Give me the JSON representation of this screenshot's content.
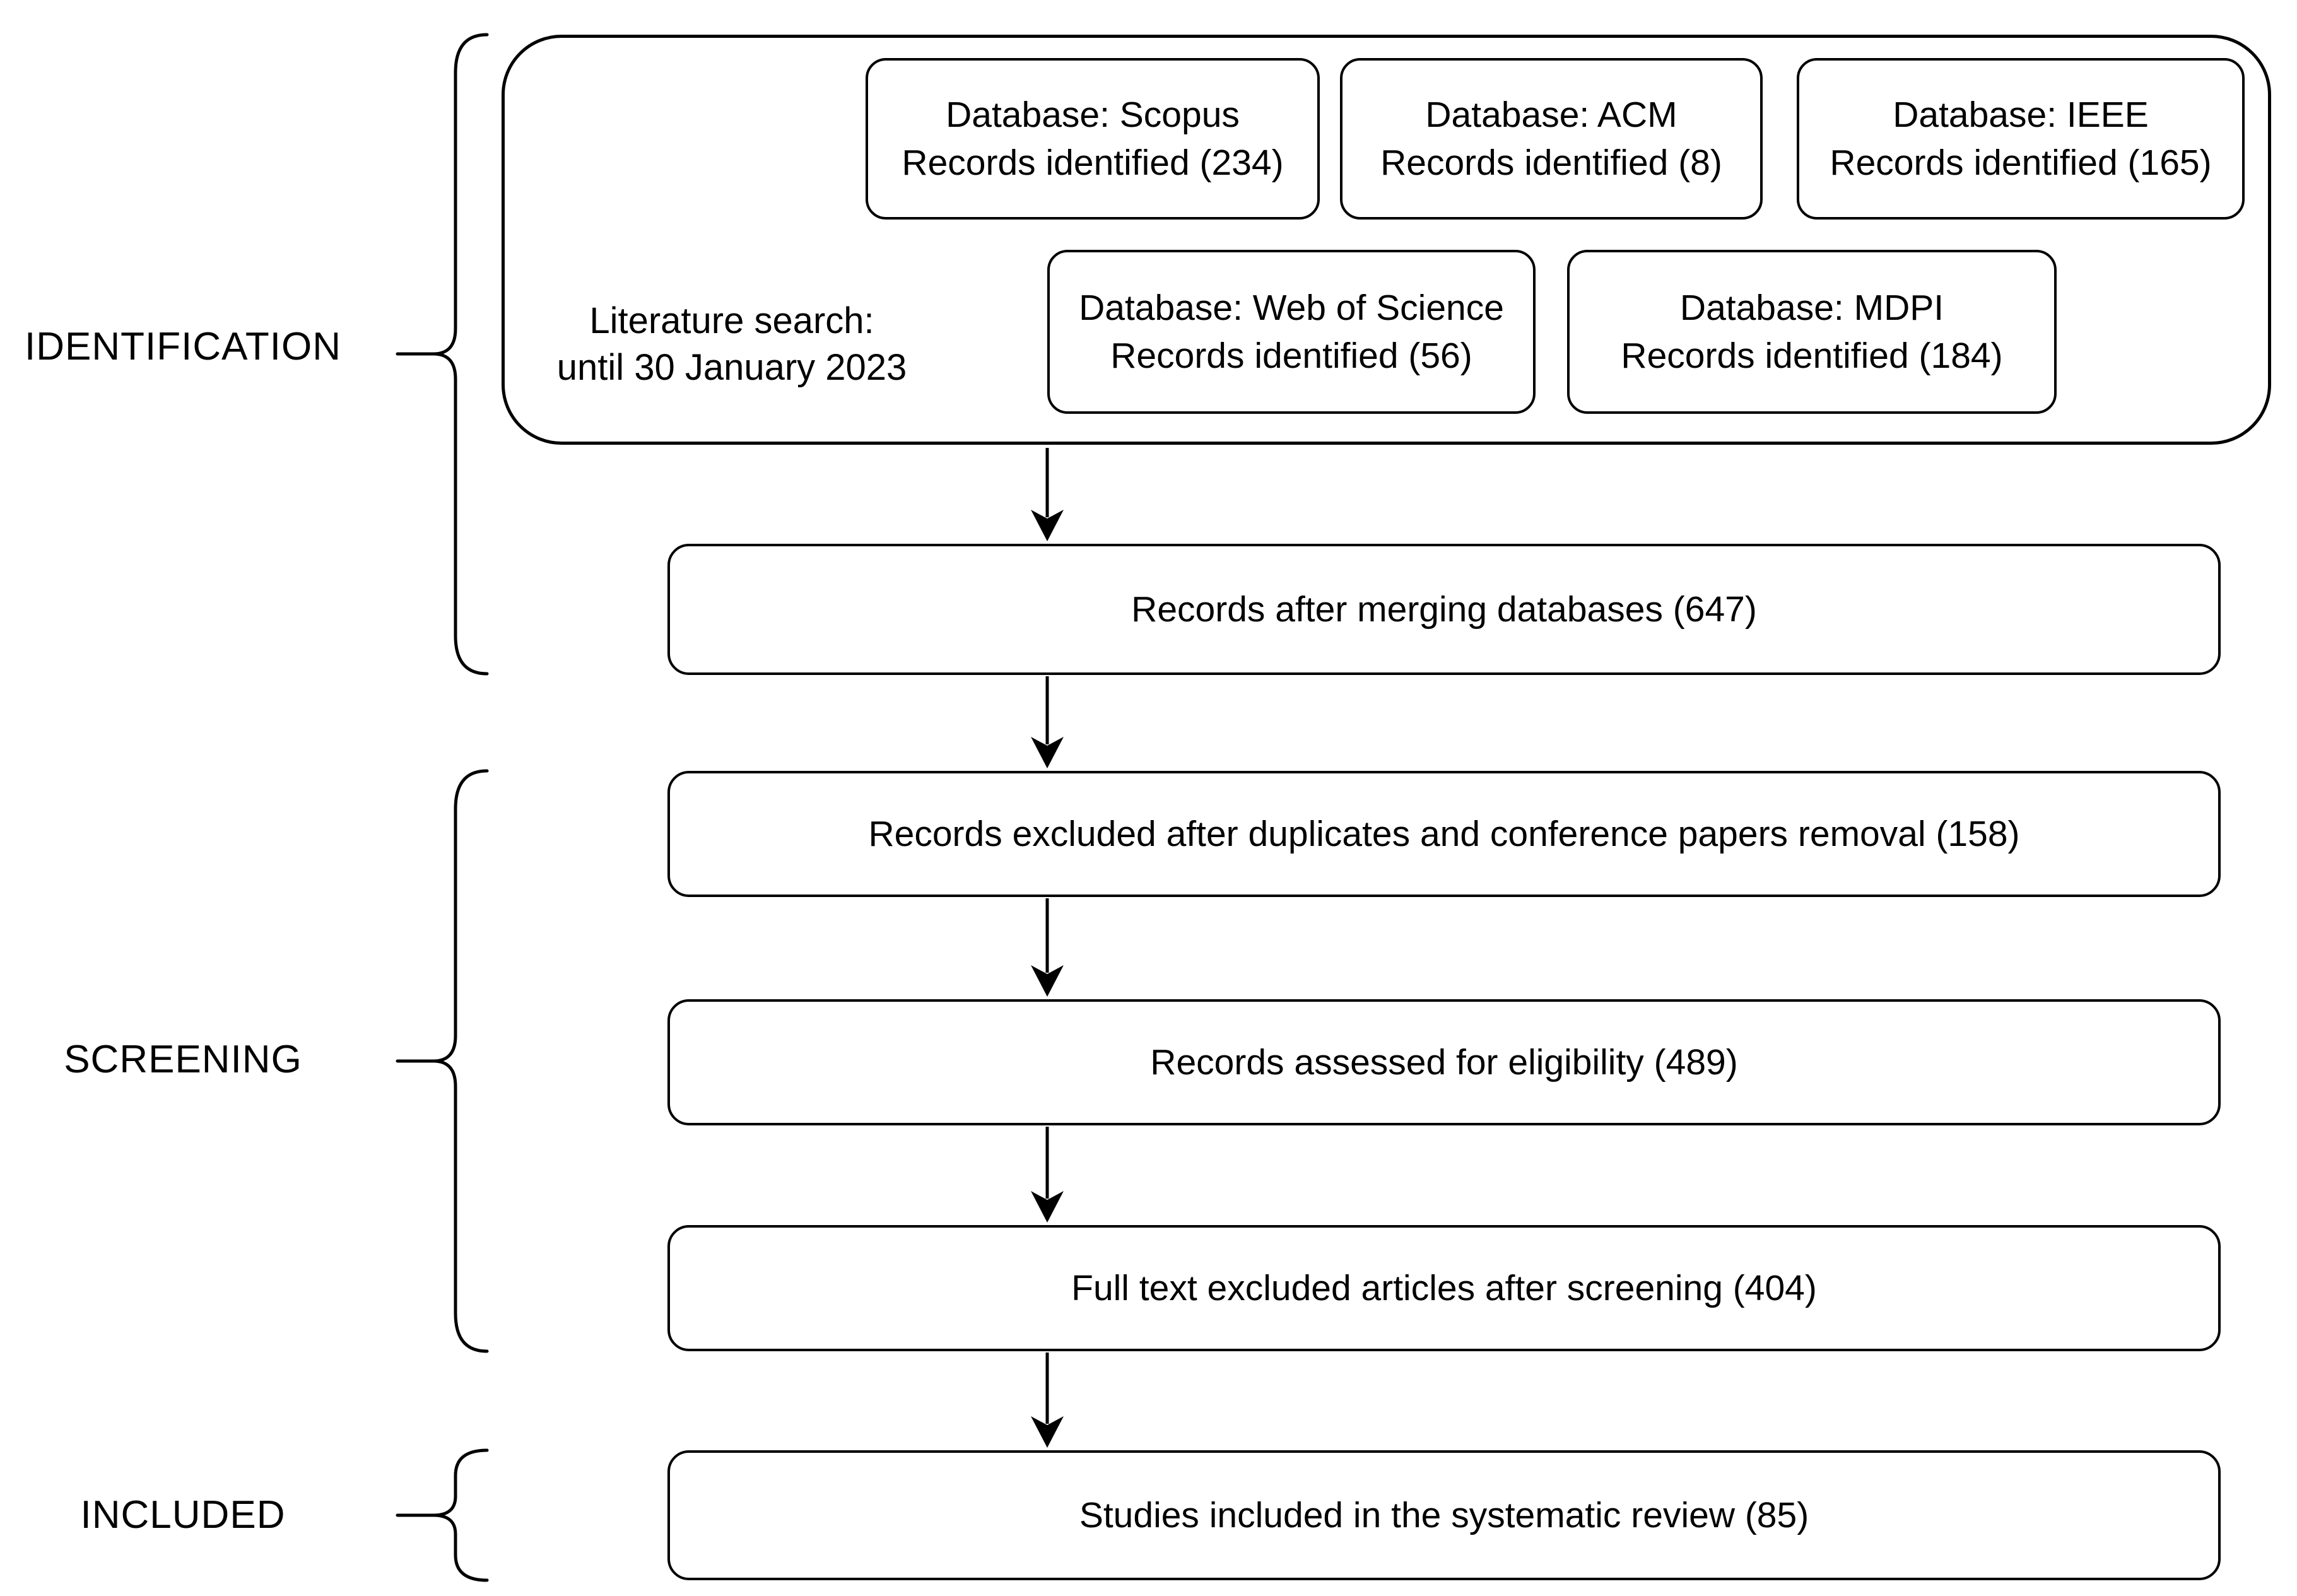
{
  "stage_labels": {
    "identification": "IDENTIFICATION",
    "screening": "SCREENING",
    "included": "INCLUDED"
  },
  "identification_group": {
    "literature_search": {
      "line1": "Literature search:",
      "line2": "until 30 January 2023"
    },
    "databases": [
      {
        "name": "Scopus",
        "line1": "Database: Scopus",
        "line2": "Records identified (234)",
        "records": 234
      },
      {
        "name": "ACM",
        "line1": "Database: ACM",
        "line2": "Records identified (8)",
        "records": 8
      },
      {
        "name": "IEEE",
        "line1": "Database: IEEE",
        "line2": "Records identified (165)",
        "records": 165
      },
      {
        "name": "Web of Science",
        "line1": "Database: Web of Science",
        "line2": "Records identified (56)",
        "records": 56
      },
      {
        "name": "MDPI",
        "line1": "Database: MDPI",
        "line2": "Records identified (184)",
        "records": 184
      }
    ]
  },
  "flow_boxes": [
    {
      "label": "Records after merging databases (647)",
      "count": 647
    },
    {
      "label": "Records excluded after duplicates and conference papers removal (158)",
      "count": 158
    },
    {
      "label": "Records assessed for eligibility (489)",
      "count": 489
    },
    {
      "label": "Full text excluded articles after screening (404)",
      "count": 404
    },
    {
      "label": "Studies included in the systematic review (85)",
      "count": 85
    }
  ],
  "colors": {
    "stroke": "#000000",
    "background": "#ffffff"
  }
}
